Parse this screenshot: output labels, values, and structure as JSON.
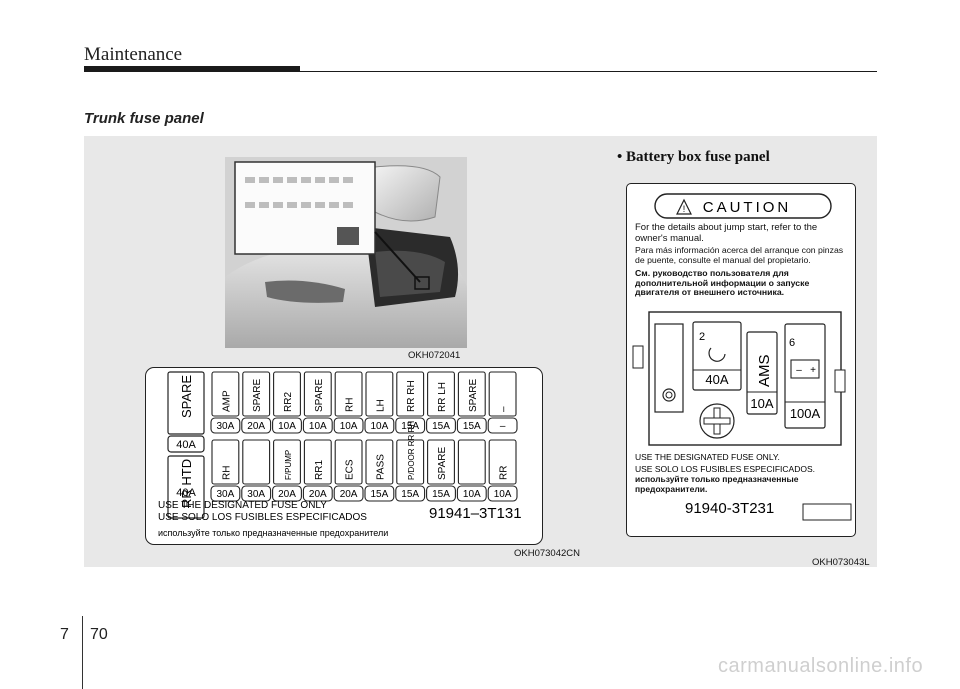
{
  "header": {
    "title": "Maintenance"
  },
  "section": {
    "title": "Trunk fuse panel"
  },
  "photo": {
    "caption": "OKH072041"
  },
  "trunk_panel": {
    "caption": "OKH073042CN",
    "left_col": {
      "top_label": "SPARE",
      "top_amp": "40A",
      "bottom_label": "RR HTD",
      "bottom_amp": "40A"
    },
    "row1_labels": [
      "AMP",
      "SPARE",
      "RR2",
      "SPARE",
      "RH",
      "LH",
      "RR RH",
      "RR LH",
      "SPARE",
      "–"
    ],
    "row1_amps": [
      "30A",
      "20A",
      "10A",
      "10A",
      "10A",
      "10A",
      "15A",
      "15A",
      "15A",
      "–"
    ],
    "row2_labels": [
      "RH",
      "",
      "F/PUMP",
      "RR1",
      "ECS",
      "PASS",
      "P/DOOR RR RH",
      "SPARE",
      "",
      "RR"
    ],
    "row2_amps": [
      "30A",
      "30A",
      "20A",
      "20A",
      "20A",
      "15A",
      "15A",
      "15A",
      "10A",
      "10A"
    ],
    "notice_en": "USE THE DESIGNATED FUSE ONLY",
    "notice_es": "USE SOLO LOS FUSIBLES ESPECIFICADOS",
    "notice_ru": "используйте только предназначенные предохранители",
    "part_number": "91941–3T131"
  },
  "battery_panel": {
    "title": "• Battery box fuse panel",
    "caution": "CAUTION",
    "text_en": "For the details about jump start, refer to the owner's manual.",
    "text_es": "Para más información acerca del arranque con pinzas de puente, consulte el manual del propietario.",
    "text_ru": "См. руководство пользователя для дополнительной информации о запуске двигателя от внешнего источника.",
    "fuse_mid_num": "2",
    "fuse_mid_amp": "40A",
    "ams_label": "AMS",
    "ams_amp": "10A",
    "fuse_right_num": "6",
    "fuse_right_amp": "100A",
    "notice_en": "USE THE DESIGNATED FUSE ONLY.",
    "notice_es": "USE SOLO LOS FUSIBLES ESPECIFICADOS.",
    "notice_ru": "используйте только предназначенные предохранители.",
    "part_number": "91940-3T231",
    "caption": "OKH073043L"
  },
  "footer": {
    "chapter": "7",
    "page": "70"
  },
  "watermark": "carmanualsonline.info"
}
